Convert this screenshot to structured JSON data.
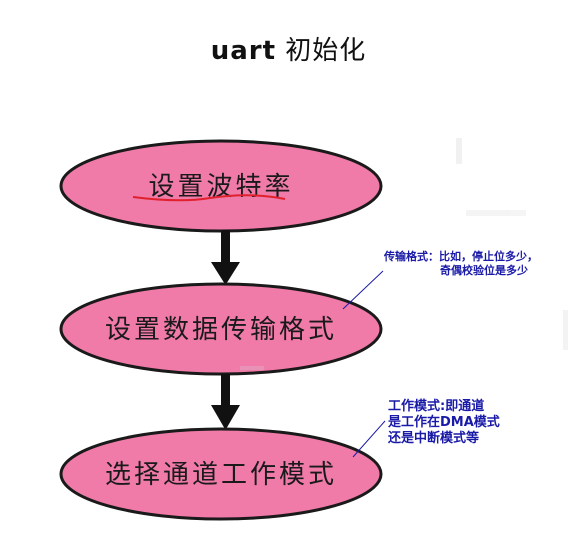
{
  "title": {
    "latin": "uart",
    "chinese": "初始化"
  },
  "nodes": [
    {
      "label": "设置波特率"
    },
    {
      "label": "设置数据传输格式"
    },
    {
      "label": "选择通道工作模式"
    }
  ],
  "annotations": {
    "format_note": {
      "line1": "传输格式：比如，停止位多少，",
      "line2": "奇偶校验位是多少"
    },
    "mode_note": {
      "line1": "工作模式:即通道",
      "line2": "是工作在DMA模式",
      "line3": "还是中断模式等"
    }
  },
  "colors": {
    "node_fill": "#f07aa8",
    "node_stroke": "#1a1a1a",
    "arrow": "#111111",
    "note_text": "#1a1aa8",
    "underline": "#e0202c"
  }
}
